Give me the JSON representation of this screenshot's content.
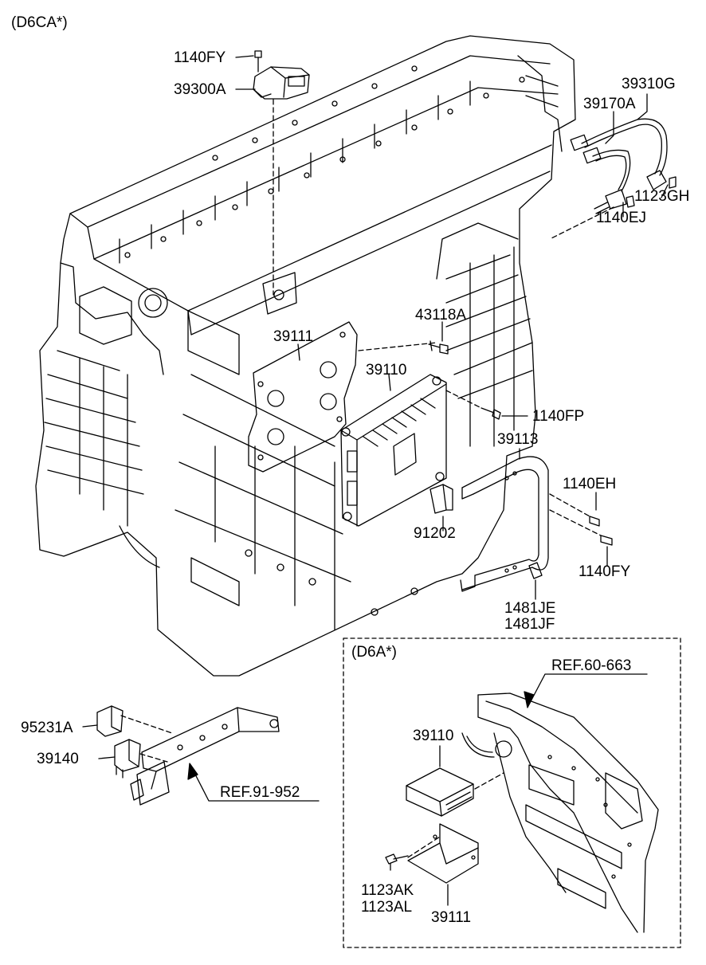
{
  "diagram": {
    "variant_main": "(D6CA*)",
    "variant_inset": "(D6A*)",
    "colors": {
      "ink": "#000000",
      "paper": "#ffffff"
    },
    "part_labels": {
      "p_1140FY_top": "1140FY",
      "p_39300A": "39300A",
      "p_39310G": "39310G",
      "p_39170A": "39170A",
      "p_1123GH": "1123GH",
      "p_1140EJ": "1140EJ",
      "p_43118A": "43118A",
      "p_39111_main": "39111",
      "p_39110_main": "39110",
      "p_1140FP": "1140FP",
      "p_39113": "39113",
      "p_1140EH": "1140EH",
      "p_91202": "91202",
      "p_1140FY_bottom": "1140FY",
      "p_1481JE": "1481JE",
      "p_1481JF": "1481JF",
      "p_95231A": "95231A",
      "p_39140": "39140",
      "ref_91_952": "REF.91-952",
      "ref_60_663": "REF.60-663",
      "p_39110_inset": "39110",
      "p_1123AK": "1123AK",
      "p_1123AL": "1123AL",
      "p_39111_inset": "39111"
    }
  }
}
